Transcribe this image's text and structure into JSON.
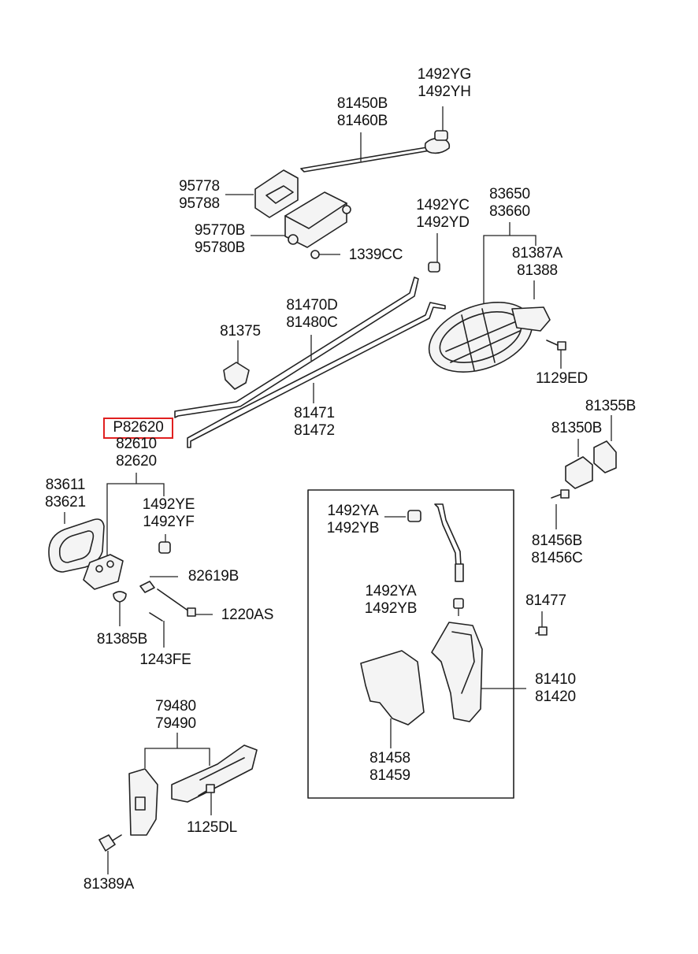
{
  "highlight_color": "#e02020",
  "labels": {
    "l1492yg": [
      "1492YG",
      "1492YH"
    ],
    "l81450b": [
      "81450B",
      "81460B"
    ],
    "l95778": [
      "95778",
      "95788"
    ],
    "l95770b": [
      "95770B",
      "95780B"
    ],
    "l1339cc": [
      "1339CC"
    ],
    "l1492yc": [
      "1492YC",
      "1492YD"
    ],
    "l83650": [
      "83650",
      "83660"
    ],
    "l81387a": [
      "81387A",
      "81388"
    ],
    "l81470d": [
      "81470D",
      "81480C"
    ],
    "l81375": [
      "81375"
    ],
    "l1129ed": [
      "1129ED"
    ],
    "l81471": [
      "81471",
      "81472"
    ],
    "l81355b": [
      "81355B"
    ],
    "l81350b": [
      "81350B"
    ],
    "lp82620": [
      "P82620"
    ],
    "l82610": [
      "82610",
      "82620"
    ],
    "l83611": [
      "83611",
      "83621"
    ],
    "l1492ye": [
      "1492YE",
      "1492YF"
    ],
    "l1492ya1": [
      "1492YA",
      "1492YB"
    ],
    "l81456b": [
      "81456B",
      "81456C"
    ],
    "l82619b": [
      "82619B"
    ],
    "l1492ya2": [
      "1492YA",
      "1492YB"
    ],
    "l1220as": [
      "1220AS"
    ],
    "l81477": [
      "81477"
    ],
    "l81385b": [
      "81385B"
    ],
    "l1243fe": [
      "1243FE"
    ],
    "l81410": [
      "81410",
      "81420"
    ],
    "l79480": [
      "79480",
      "79490"
    ],
    "l81458": [
      "81458",
      "81459"
    ],
    "l1125dl": [
      "1125DL"
    ],
    "l81389a": [
      "81389A"
    ]
  }
}
